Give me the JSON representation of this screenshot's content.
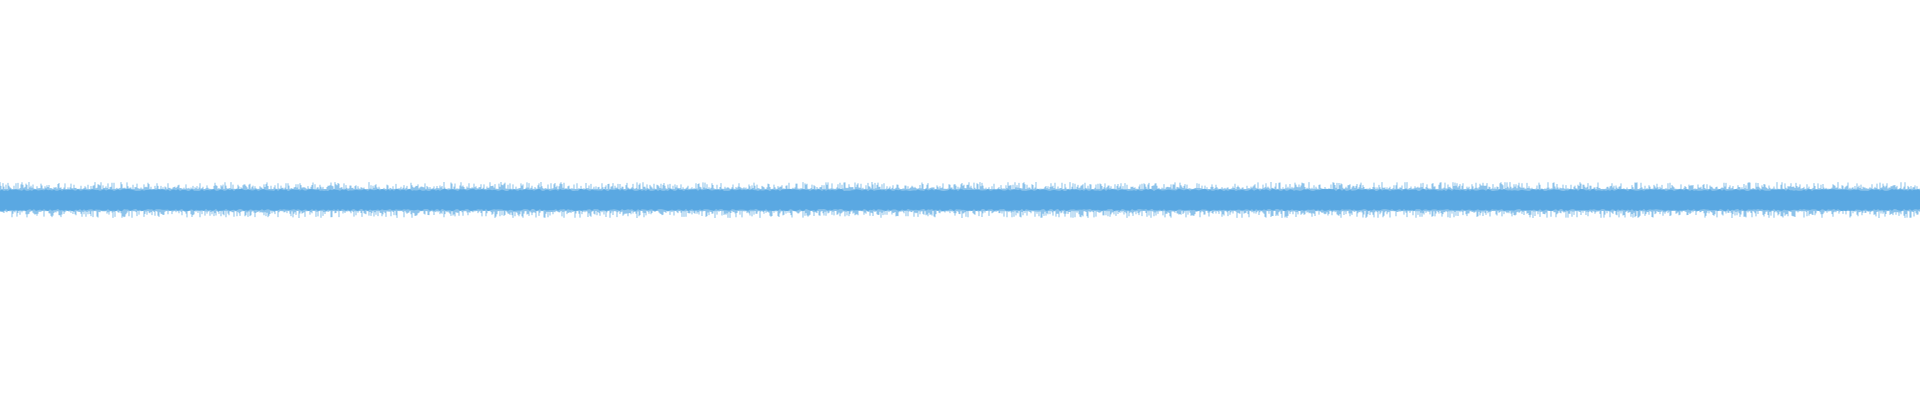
{
  "waveform": {
    "color": "#5aa9e2",
    "background": "#ffffff",
    "amplitude_fraction": 0.04,
    "peak_fraction": 0.075,
    "seed": 7
  }
}
